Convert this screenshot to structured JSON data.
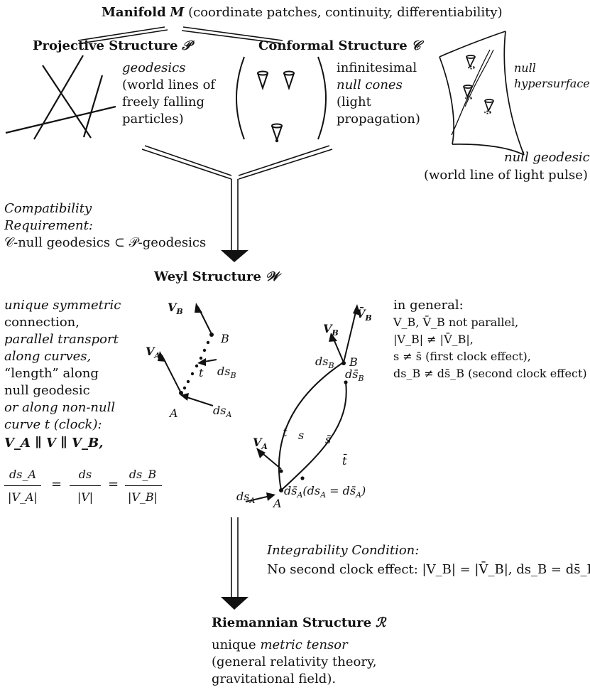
{
  "manifold": {
    "bold": "Manifold",
    "symbol": "M",
    "desc": "(coordinate patches, continuity, differentiability)"
  },
  "projective": {
    "bold": "Projective Structure",
    "symbol": "𝒫",
    "lines": [
      "geodesics",
      "(world lines of",
      "freely falling",
      "particles)"
    ]
  },
  "conformal": {
    "bold": "Conformal Structure",
    "symbol": "𝒞",
    "lines": [
      "infinitesimal",
      "null cones",
      "(light",
      "propagation)"
    ]
  },
  "null_surface": {
    "hyper_lines": [
      "null",
      "hypersurface"
    ],
    "geodesic_title": "null geodesic",
    "geodesic_desc": "(world line of light pulse)"
  },
  "compatibility": {
    "lines": [
      "Compatibility",
      "Requirement:",
      "𝒞-null geodesics ⊂ 𝒫-geodesics"
    ]
  },
  "weyl": {
    "bold": "Weyl Structure",
    "symbol": "𝒲",
    "left_lines": [
      "unique symmetric",
      "connection,",
      "parallel transport",
      "along curves,",
      "“length” along",
      "null geodesic",
      "or along non-null",
      "curve t (clock):",
      "V_A ∥ V ∥ V_B,"
    ],
    "ratio_num": [
      "ds_A",
      "ds",
      "ds_B"
    ],
    "ratio_den": [
      "|V_A|",
      "|V|",
      "|V_B|"
    ],
    "right_lines": [
      "in general:",
      "V_B, V̄_B not parallel,",
      "|V_B| ≠ |V̄_B|,",
      "s ≠ s̄ (first clock effect),",
      "ds_B ≠ ds̄_B (second clock effect)"
    ],
    "fig1_labels": {
      "VB": "V_B",
      "B": "B",
      "VA": "V_A",
      "t": "t",
      "dsB": "ds_B",
      "A": "A",
      "dsA": "ds_A"
    },
    "fig2_labels": {
      "VbarB": "V̄_B",
      "VB": "V_B",
      "dsB": "ds_B",
      "B": "B",
      "dsbarB": "ds̄_B",
      "t": "t",
      "s": "s",
      "sbar": "s̄",
      "tbar": "t̄",
      "VA": "V_A",
      "dsA": "ds_A",
      "A": "A",
      "dsbarA": "ds̄_A(ds_A = ds̄_A)"
    }
  },
  "integrability": {
    "title": "Integrability Condition:",
    "statement": "No second clock effect: |V_B| = |V̄_B|, ds_B = ds̄_B"
  },
  "riemannian": {
    "bold": "Riemannian Structure",
    "symbol": "ℛ",
    "lines": [
      "unique metric tensor",
      "(general relativity theory,",
      "gravitational field)."
    ]
  }
}
